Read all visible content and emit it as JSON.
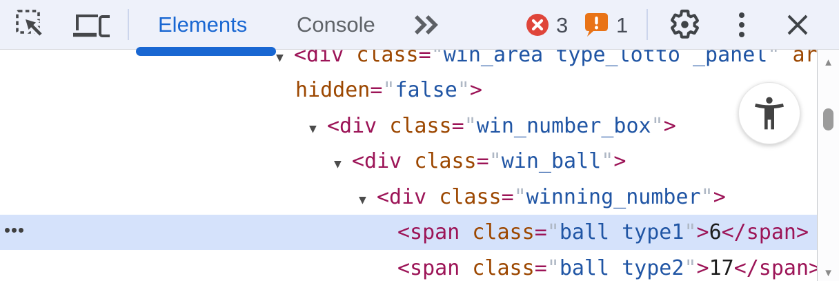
{
  "toolbar": {
    "tabs": [
      {
        "label": "Elements",
        "active": true
      },
      {
        "label": "Console",
        "active": false
      }
    ],
    "error_count": "3",
    "warning_count": "1"
  },
  "icons": {
    "inspect": "inspect-element-icon",
    "device_toolbar": "device-toolbar-icon",
    "more_tabs": "chevron-double-right",
    "error": "red-circle-x",
    "warning": "orange-speech-bubble-exclamation",
    "settings": "gear",
    "menu": "kebab-three-dots",
    "close": "x",
    "accessibility": "accessibility-person",
    "expand_arrow": "▼",
    "scroll_up": "▲",
    "scroll_down": "▼"
  },
  "colors": {
    "accent": "#1967d2",
    "tag": "#9c1457",
    "attr": "#9c4700",
    "val": "#2055a4",
    "quote": "#afb8c5",
    "txt": "#1c1c1c",
    "highlight": "#d5e2fb",
    "error": "#df453a",
    "warning": "#e97316",
    "icon": "#3f4347",
    "tab_inactive": "#5f6368",
    "toolbar_bg": "#eef1fa"
  },
  "elements_panel": {
    "lines": [
      {
        "has_children": true,
        "highlighted": false,
        "segments": [
          {
            "type": "tag",
            "text": "<div "
          },
          {
            "type": "attr",
            "text": "class"
          },
          {
            "type": "tag",
            "text": "="
          },
          {
            "type": "quote",
            "text": "\""
          },
          {
            "type": "val",
            "text": "win_area type_lotto _panel"
          },
          {
            "type": "quote",
            "text": "\""
          },
          {
            "type": "plain",
            "text": " "
          },
          {
            "type": "attr",
            "text": "ar"
          }
        ]
      },
      {
        "has_children": false,
        "highlighted": false,
        "segments": [
          {
            "type": "attr",
            "text": "hidden"
          },
          {
            "type": "tag",
            "text": "="
          },
          {
            "type": "quote",
            "text": "\""
          },
          {
            "type": "val",
            "text": "false"
          },
          {
            "type": "quote",
            "text": "\""
          },
          {
            "type": "tag",
            "text": ">"
          }
        ]
      },
      {
        "has_children": true,
        "highlighted": false,
        "segments": [
          {
            "type": "tag",
            "text": "<div "
          },
          {
            "type": "attr",
            "text": "class"
          },
          {
            "type": "tag",
            "text": "="
          },
          {
            "type": "quote",
            "text": "\""
          },
          {
            "type": "val",
            "text": "win_number_box"
          },
          {
            "type": "quote",
            "text": "\""
          },
          {
            "type": "tag",
            "text": ">"
          }
        ]
      },
      {
        "has_children": true,
        "highlighted": false,
        "segments": [
          {
            "type": "tag",
            "text": "<div "
          },
          {
            "type": "attr",
            "text": "class"
          },
          {
            "type": "tag",
            "text": "="
          },
          {
            "type": "quote",
            "text": "\""
          },
          {
            "type": "val",
            "text": "win_ball"
          },
          {
            "type": "quote",
            "text": "\""
          },
          {
            "type": "tag",
            "text": ">"
          }
        ]
      },
      {
        "has_children": true,
        "highlighted": false,
        "segments": [
          {
            "type": "tag",
            "text": "<div "
          },
          {
            "type": "attr",
            "text": "class"
          },
          {
            "type": "tag",
            "text": "="
          },
          {
            "type": "quote",
            "text": "\""
          },
          {
            "type": "val",
            "text": "winning_number"
          },
          {
            "type": "quote",
            "text": "\""
          },
          {
            "type": "tag",
            "text": ">"
          }
        ]
      },
      {
        "has_children": false,
        "highlighted": true,
        "segments": [
          {
            "type": "tag",
            "text": "<span "
          },
          {
            "type": "attr",
            "text": "class"
          },
          {
            "type": "tag",
            "text": "="
          },
          {
            "type": "quote",
            "text": "\""
          },
          {
            "type": "val",
            "text": "ball type1"
          },
          {
            "type": "quote",
            "text": "\""
          },
          {
            "type": "tag",
            "text": ">"
          },
          {
            "type": "plain",
            "text": "6"
          },
          {
            "type": "tag",
            "text": "</span>"
          }
        ]
      },
      {
        "has_children": false,
        "highlighted": false,
        "segments": [
          {
            "type": "tag",
            "text": "<span "
          },
          {
            "type": "attr",
            "text": "class"
          },
          {
            "type": "tag",
            "text": "="
          },
          {
            "type": "quote",
            "text": "\""
          },
          {
            "type": "val",
            "text": "ball type2"
          },
          {
            "type": "quote",
            "text": "\""
          },
          {
            "type": "tag",
            "text": ">"
          },
          {
            "type": "plain",
            "text": "17"
          },
          {
            "type": "tag",
            "text": "</span>"
          }
        ]
      }
    ]
  }
}
